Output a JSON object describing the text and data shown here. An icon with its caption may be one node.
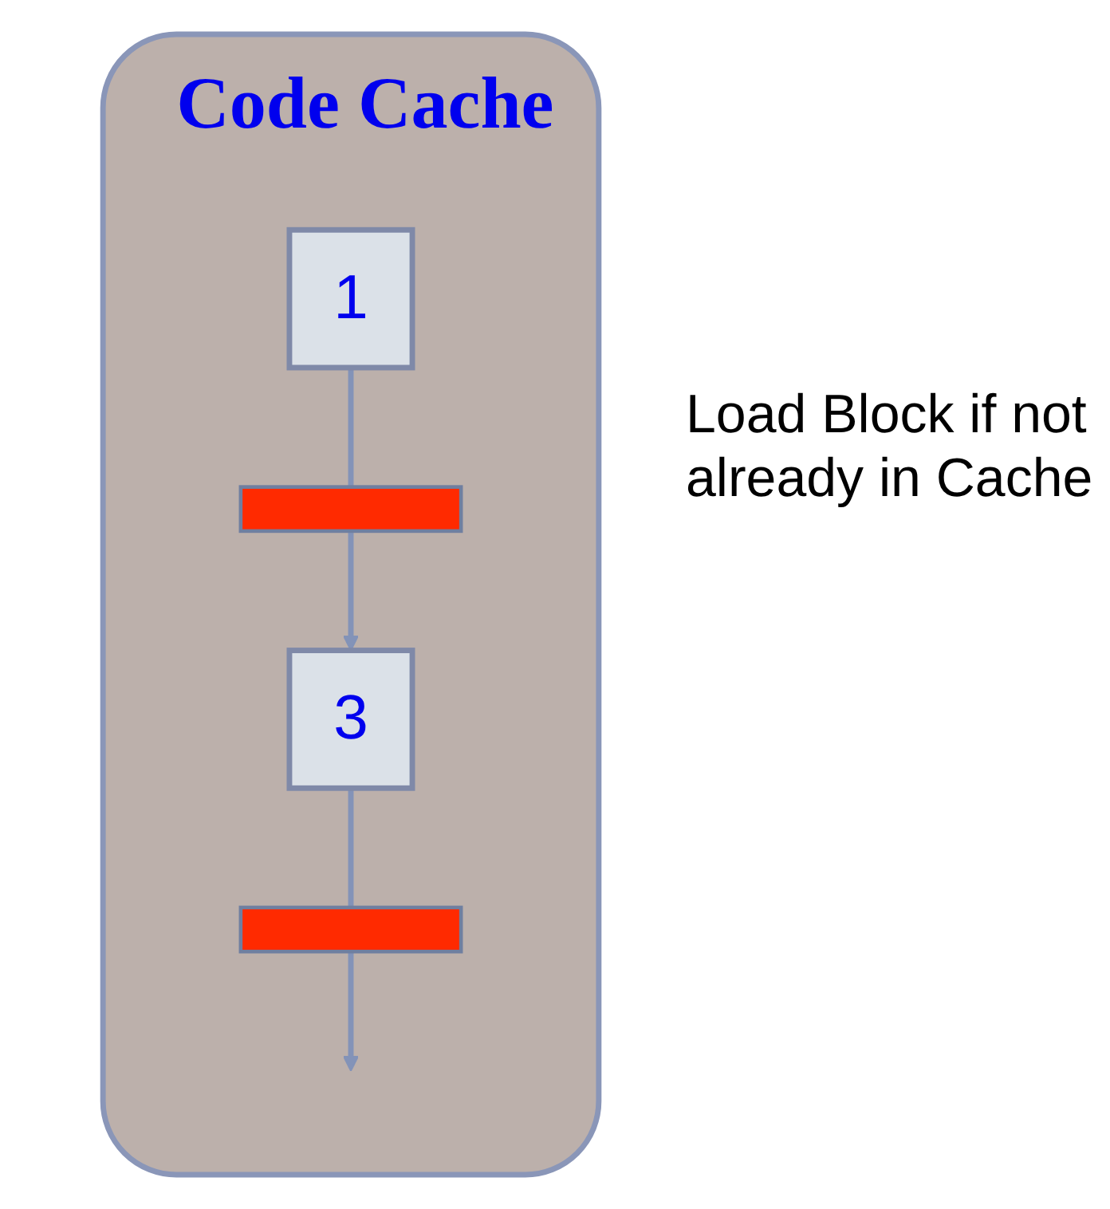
{
  "diagram": {
    "nodes": [
      {
        "text": [
          "Code Cache"
        ]
      },
      {
        "text": [
          "1"
        ],
        "in": 0
      },
      {
        "text": [],
        "shape": "bar",
        "in": 0
      },
      {
        "text": [
          "3"
        ],
        "in": 0
      },
      {
        "text": [],
        "shape": "bar",
        "in": 0
      }
    ],
    "edges": [
      {
        "from": 1,
        "to": 2,
        "arrow": "none"
      },
      {
        "from": 2,
        "to": 3,
        "arrow": "to"
      },
      {
        "from": 3,
        "to": 4,
        "arrow": "none"
      },
      {
        "from": 4,
        "to": null,
        "arrow": "to"
      }
    ],
    "labels": [
      "Load Block if not already in Cache"
    ]
  }
}
